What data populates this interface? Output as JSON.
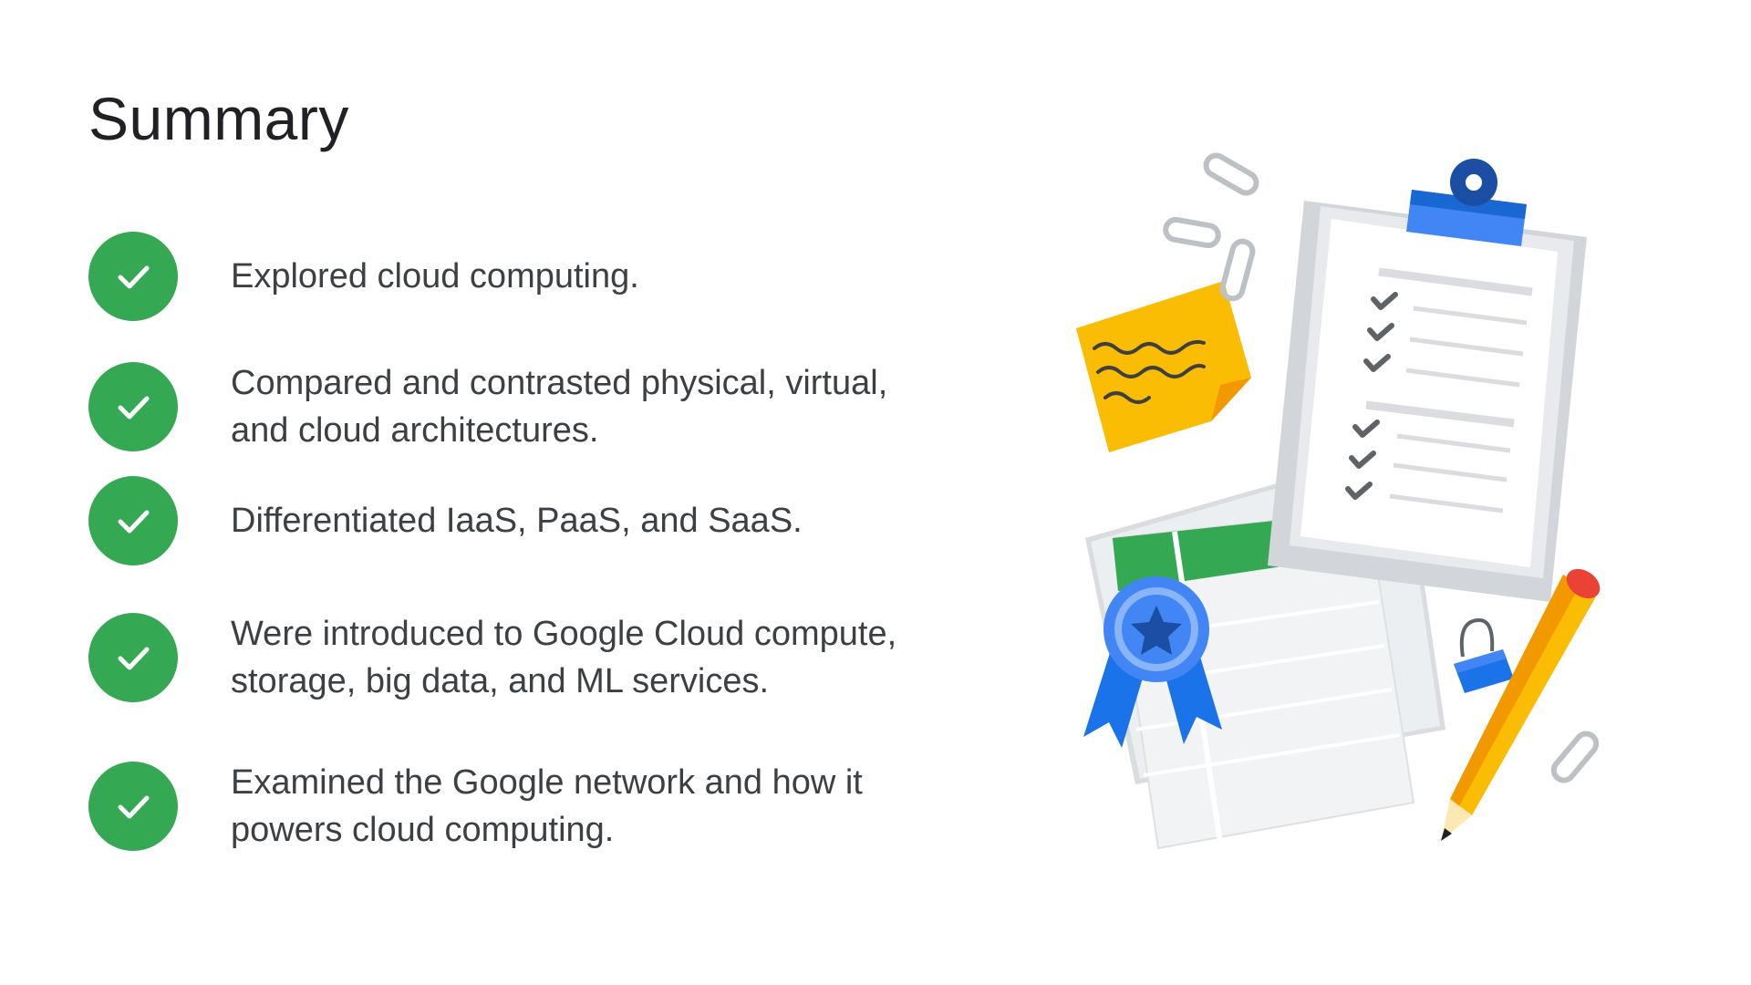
{
  "slide": {
    "title": "Summary",
    "items": [
      {
        "text": "Explored cloud computing."
      },
      {
        "text": "Compared and contrasted physical, virtual, and cloud architectures."
      },
      {
        "text": "Differentiated IaaS, PaaS, and SaaS."
      },
      {
        "text": "Were introduced to Google Cloud compute, storage, big data, and ML services."
      },
      {
        "text": "Examined the Google network and how it powers cloud computing."
      }
    ]
  },
  "icons": {
    "check": "check-circle-icon",
    "illustration": "checklist-illustration"
  },
  "colors": {
    "check_green": "#34a853",
    "text": "#3c4043",
    "title": "#202124",
    "blue": "#4285f4",
    "yellow": "#fbbc04",
    "red": "#ea4335"
  }
}
